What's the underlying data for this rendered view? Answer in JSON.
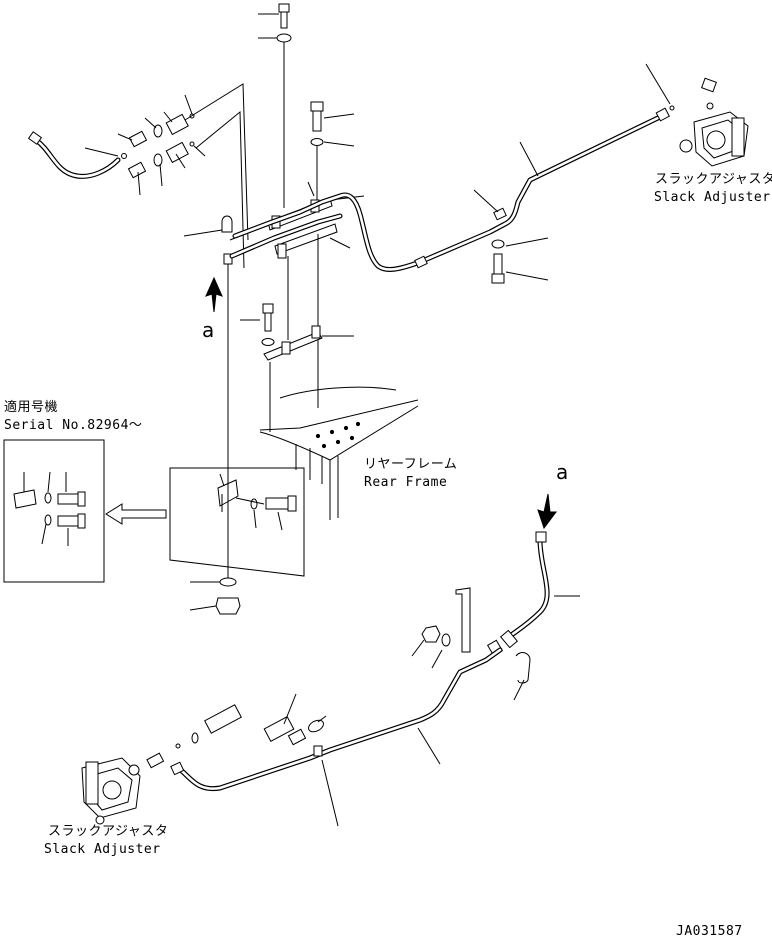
{
  "labels": {
    "slack_adjuster_top_jp": "スラックアジャスタ",
    "slack_adjuster_top_en": "Slack Adjuster",
    "slack_adjuster_bottom_jp": "スラックアジャスタ",
    "slack_adjuster_bottom_en": "Slack Adjuster",
    "rear_frame_jp": "リヤーフレーム",
    "rear_frame_en": "Rear Frame",
    "serial_jp": "適用号機",
    "serial_en": "Serial No.82964～",
    "view_a_top": "a",
    "view_a_bottom": "a",
    "drawing_number": "JA031587"
  },
  "colors": {
    "line": "#000000",
    "background": "#ffffff"
  }
}
